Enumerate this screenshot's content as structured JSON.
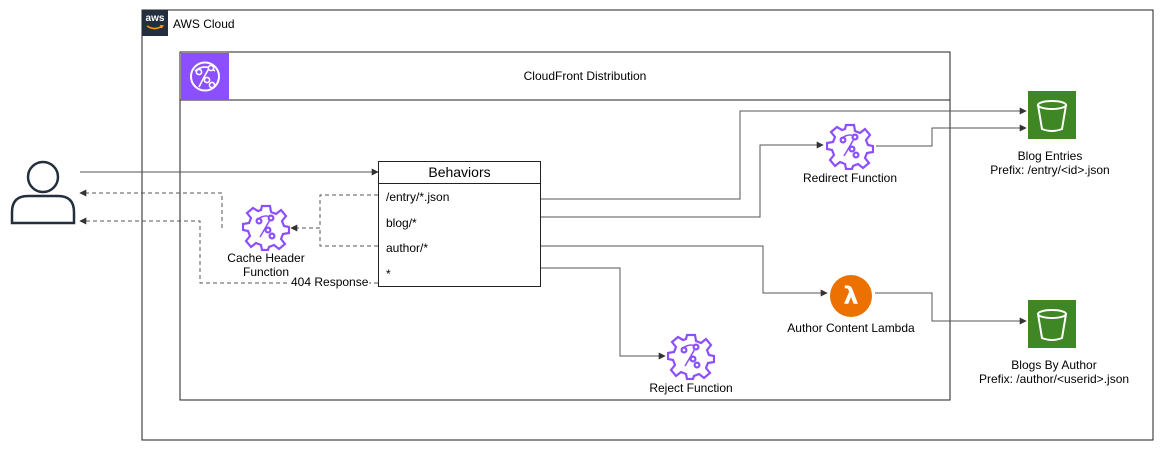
{
  "cloud": {
    "title": "AWS Cloud",
    "logo_text": "aws",
    "logo": "aws-logo"
  },
  "distribution": {
    "title": "CloudFront Distribution",
    "icon": "cloudfront-icon",
    "accent": "#8C4FFF"
  },
  "behaviors": {
    "title": "Behaviors",
    "items": [
      "/entry/*.json",
      "blog/*",
      "author/*",
      "*"
    ]
  },
  "functions": {
    "cache_header": {
      "line1": "Cache Header",
      "line2": "Function",
      "icon": "cloudfront-function-icon"
    },
    "redirect": {
      "label": "Redirect Function",
      "icon": "cloudfront-function-icon"
    },
    "reject": {
      "label": "Reject Function",
      "icon": "cloudfront-function-icon"
    }
  },
  "lambda": {
    "label": "Author Content Lambda",
    "icon": "lambda-icon",
    "color": "#ED7100"
  },
  "buckets": {
    "entries": {
      "line1": "Blog Entries",
      "line2": "Prefix: /entry/<id>.json",
      "icon": "s3-bucket-icon"
    },
    "authors": {
      "line1": "Blogs By Author",
      "line2": "Prefix: /author/<userid>.json",
      "icon": "s3-bucket-icon"
    },
    "color": "#3F8624"
  },
  "edges": {
    "not_found_label": "404 Response"
  },
  "user": {
    "icon": "user-icon"
  }
}
